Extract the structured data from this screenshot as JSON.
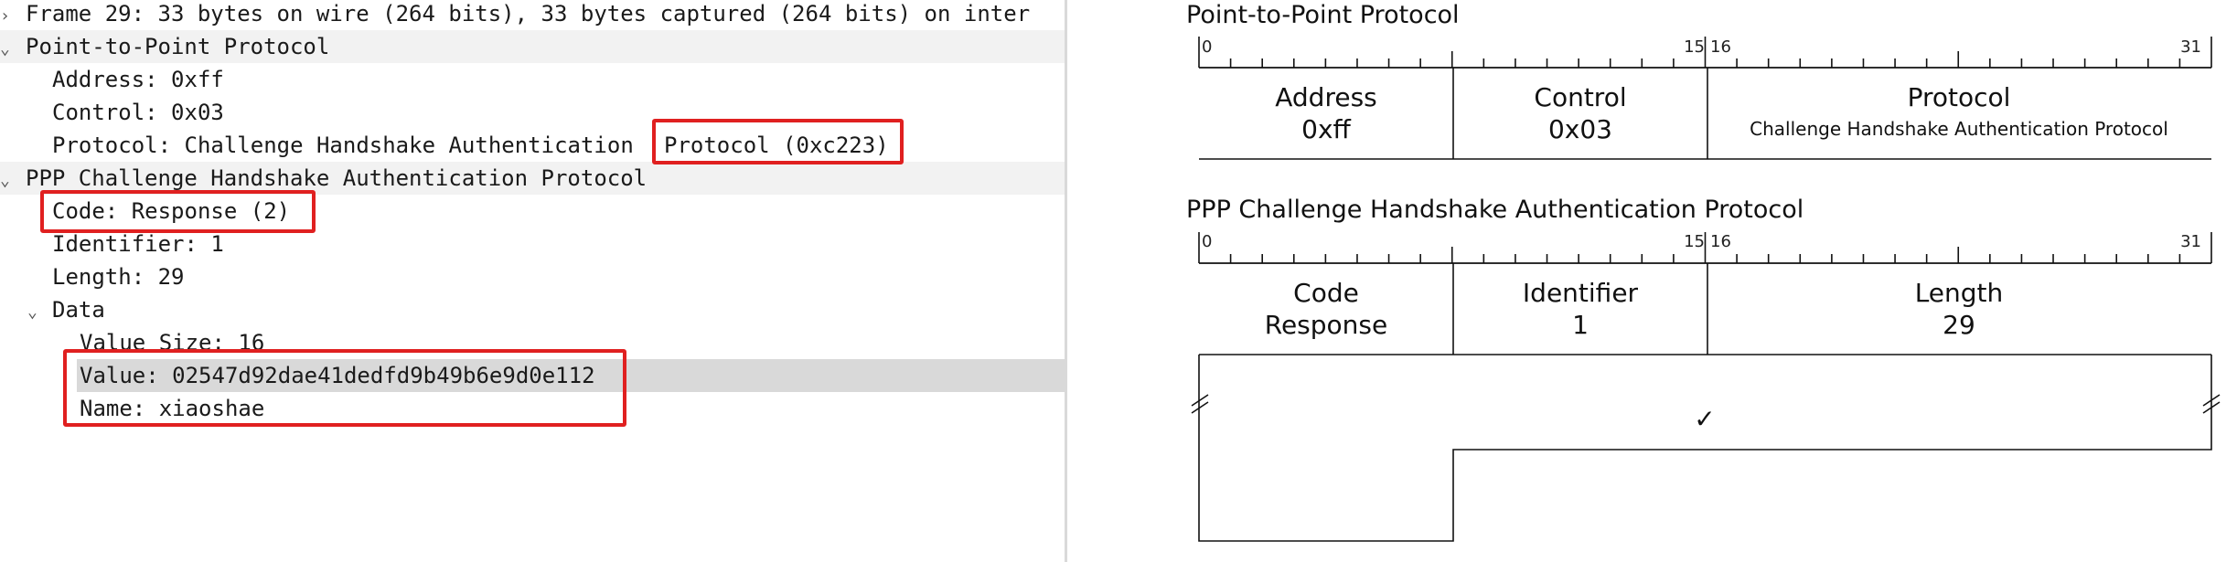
{
  "packet_tree": {
    "frame_line": "Frame 29: 33 bytes on wire (264 bits), 33 bytes captured (264 bits) on inter",
    "ppp": {
      "title": "Point-to-Point Protocol",
      "address": "Address: 0xff",
      "control": "Control: 0x03",
      "protocol_prefix": "Protocol: Challenge Handshake Authentication ",
      "protocol_highlight": "Protocol (0xc223)"
    },
    "chap": {
      "title": "PPP Challenge Handshake Authentication Protocol",
      "code": "Code: Response (2)",
      "identifier": "Identifier: 1",
      "length": "Length: 29",
      "data": {
        "title": "Data",
        "value_size": "Value Size: 16",
        "value": "Value: 02547d92dae41dedfd9b49b6e9d0e112",
        "name": "Name: xiaoshae"
      }
    }
  },
  "diagrams": {
    "ppp": {
      "title": "Point-to-Point Protocol",
      "bit_labels": [
        "0",
        "15",
        "16",
        "31"
      ],
      "fields": [
        {
          "name": "Address",
          "value": "0xff"
        },
        {
          "name": "Control",
          "value": "0x03"
        },
        {
          "name": "Protocol",
          "value": "Challenge Handshake Authentication Protocol"
        }
      ]
    },
    "chap": {
      "title": "PPP Challenge Handshake Authentication Protocol",
      "bit_labels": [
        "0",
        "15",
        "16",
        "31"
      ],
      "fields": [
        {
          "name": "Code",
          "value": "Response"
        },
        {
          "name": "Identifier",
          "value": "1"
        },
        {
          "name": "Length",
          "value": "29"
        }
      ],
      "data_mark": "✓"
    }
  },
  "colors": {
    "highlight_box": "#e02020",
    "group_row_bg": "#f2f2f2",
    "selected_row_bg": "#d9d9d9"
  }
}
